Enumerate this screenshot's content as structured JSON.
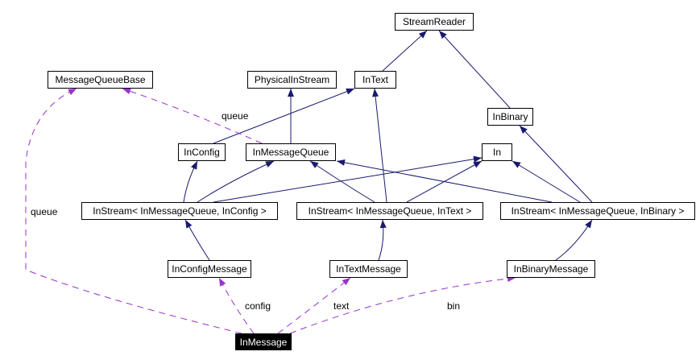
{
  "nodes": {
    "StreamReader": "StreamReader",
    "MessageQueueBase": "MessageQueueBase",
    "PhysicalInStream": "PhysicalInStream",
    "InText": "InText",
    "InBinary": "InBinary",
    "InConfig": "InConfig",
    "InMessageQueue": "InMessageQueue",
    "In": "In",
    "InStreamConfig": "InStream< InMessageQueue, InConfig >",
    "InStreamText": "InStream< InMessageQueue, InText >",
    "InStreamBinary": "InStream< InMessageQueue, InBinary >",
    "InConfigMessage": "InConfigMessage",
    "InTextMessage": "InTextMessage",
    "InBinaryMessage": "InBinaryMessage",
    "InMessage": "InMessage"
  },
  "edge_labels": {
    "queue_mq": "queue",
    "queue_msg": "queue",
    "config": "config",
    "text": "text",
    "bin": "bin"
  },
  "colors": {
    "inherit": "#191970",
    "usage": "#9a32cd"
  }
}
